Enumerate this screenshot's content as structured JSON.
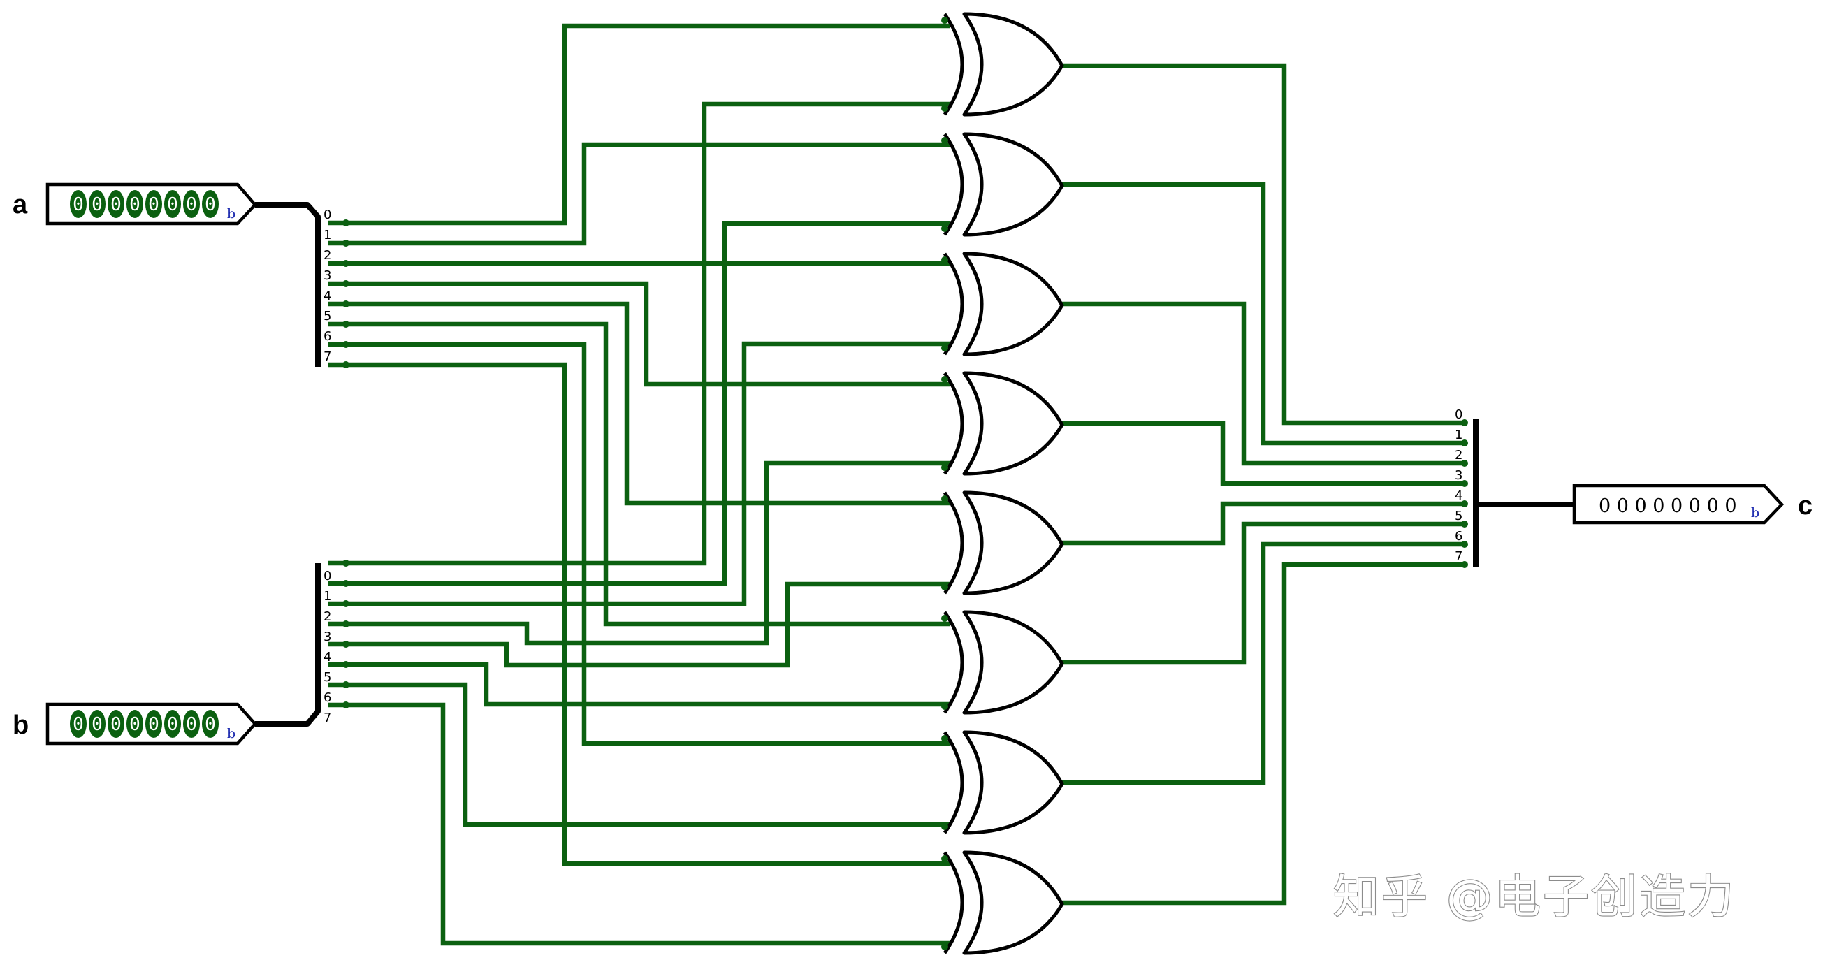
{
  "inputs": [
    {
      "name": "a",
      "bits": [
        "0",
        "0",
        "0",
        "0",
        "0",
        "0",
        "0",
        "0"
      ],
      "radix": "b"
    },
    {
      "name": "b",
      "bits": [
        "0",
        "0",
        "0",
        "0",
        "0",
        "0",
        "0",
        "0"
      ],
      "radix": "b"
    }
  ],
  "output": {
    "name": "c",
    "value": "0 0 0 0 0 0 0 0",
    "radix": "b"
  },
  "splitter_bits": [
    "0",
    "1",
    "2",
    "3",
    "4",
    "5",
    "6",
    "7"
  ],
  "gates": {
    "type": "xor",
    "count": 8
  },
  "watermark": "知乎 @电子创造力",
  "colors": {
    "wire_active": "#0b6010",
    "bus": "#000000"
  }
}
